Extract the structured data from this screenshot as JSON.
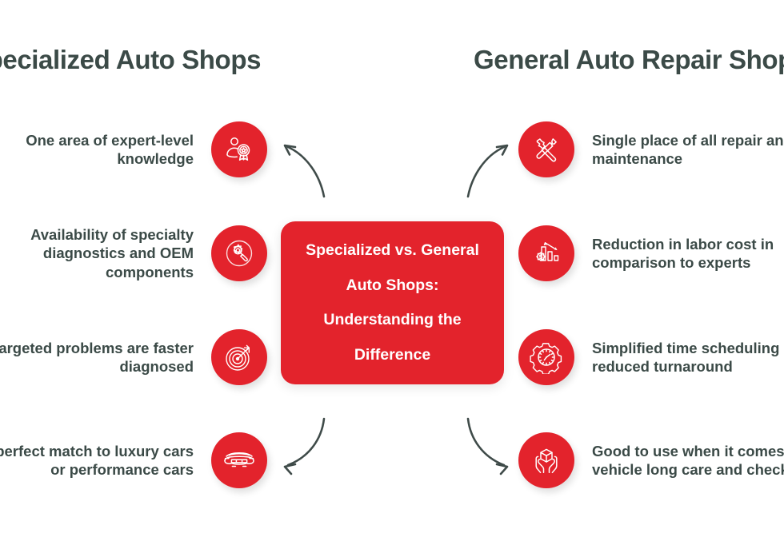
{
  "background_color": "#ffffff",
  "accent_color": "#e3232c",
  "text_color": "#3b4a47",
  "arrow_color": "#3f4b49",
  "headings": {
    "left": "Specialized Auto Shops",
    "right": "General Auto Repair Shops"
  },
  "center_card": {
    "background_color": "#e3232c",
    "text_color": "#ffffff",
    "lines": [
      "Specialized vs. General",
      "Auto Shops:",
      "Understanding the",
      "Difference"
    ]
  },
  "left_column": {
    "items": [
      {
        "text": "One area of expert-level knowledge",
        "icon": "person-award-icon"
      },
      {
        "text": "Availability of specialty diagnostics and OEM components",
        "icon": "magnifier-gear-icon"
      },
      {
        "text": "Targeted problems are faster diagnosed",
        "icon": "target-arrow-icon"
      },
      {
        "text": "The perfect match to luxury cars or performance cars",
        "icon": "sports-car-icon"
      }
    ]
  },
  "right_column": {
    "items": [
      {
        "text": "Single place of all repair and maintenance",
        "icon": "crossed-tools-icon"
      },
      {
        "text": "Reduction in labor cost in comparison to experts",
        "icon": "cost-down-chart-icon"
      },
      {
        "text": "Simplified time scheduling and reduced turnaround",
        "icon": "gear-clock-icon"
      },
      {
        "text": "Good to use when it comes to vehicle long care and checkups",
        "icon": "hands-box-icon"
      }
    ]
  },
  "arrows": [
    {
      "name": "arrow-top-left",
      "direction": "up-left"
    },
    {
      "name": "arrow-top-right",
      "direction": "up-right"
    },
    {
      "name": "arrow-bottom-left",
      "direction": "down-left"
    },
    {
      "name": "arrow-bottom-right",
      "direction": "down-right"
    }
  ]
}
